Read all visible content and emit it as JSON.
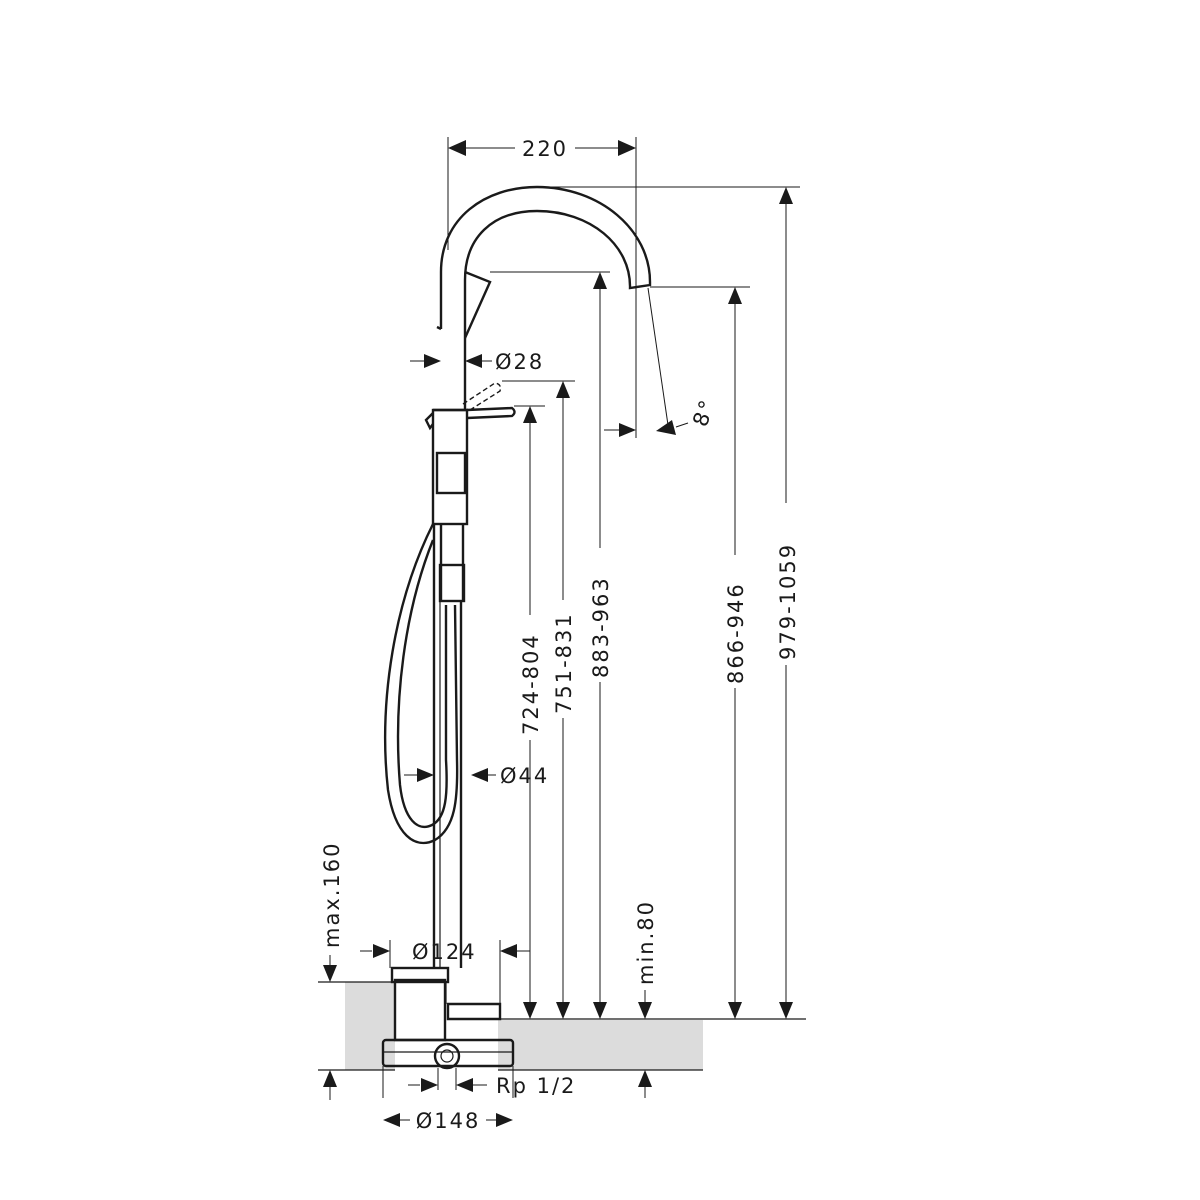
{
  "dimensions": {
    "spout_reach": "220",
    "pipe_diameter": "Ø28",
    "angle": "8°",
    "base_diameter": "Ø44",
    "rosette_diameter": "Ø124",
    "box_diameter": "Ø148",
    "connection": "Rp 1/2",
    "floor_depth_max": "max.160",
    "floor_depth_min": "min.80",
    "lever_height": "724-804",
    "lever_raised_height": "751-831",
    "spout_inner_height": "883-963",
    "outlet_height": "866-946",
    "total_height": "979-1059"
  },
  "colors": {
    "line": "#1a1a1a",
    "floor_fill": "#dcdcdc",
    "background": "#ffffff"
  }
}
